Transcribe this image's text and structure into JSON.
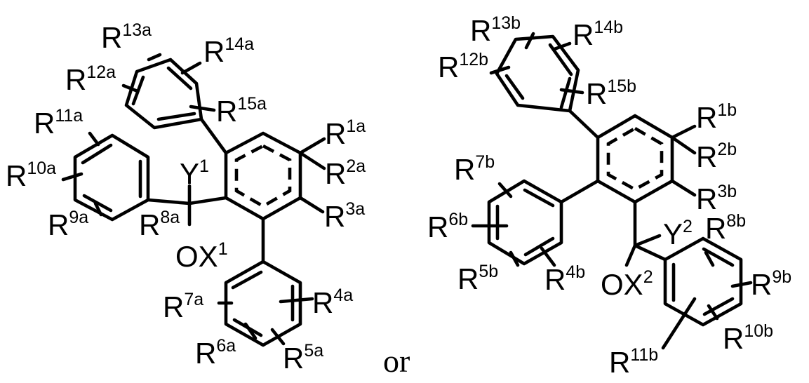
{
  "structure_1": {
    "R1": {
      "main": "R",
      "sup": "1a"
    },
    "R2": {
      "main": "R",
      "sup": "2a"
    },
    "R3": {
      "main": "R",
      "sup": "3a"
    },
    "R4": {
      "main": "R",
      "sup": "4a"
    },
    "R5": {
      "main": "R",
      "sup": "5a"
    },
    "R6": {
      "main": "R",
      "sup": "6a"
    },
    "R7": {
      "main": "R",
      "sup": "7a"
    },
    "R8": {
      "main": "R",
      "sup": "8a"
    },
    "R9": {
      "main": "R",
      "sup": "9a"
    },
    "R10": {
      "main": "R",
      "sup": "10a"
    },
    "R11": {
      "main": "R",
      "sup": "11a"
    },
    "R12": {
      "main": "R",
      "sup": "12a"
    },
    "R13": {
      "main": "R",
      "sup": "13a"
    },
    "R14": {
      "main": "R",
      "sup": "14a"
    },
    "R15": {
      "main": "R",
      "sup": "15a"
    },
    "Y": {
      "main": "Y",
      "sup": "1"
    },
    "OX": {
      "main": "OX",
      "sup": "1"
    }
  },
  "connector": "or",
  "structure_2": {
    "R1": {
      "main": "R",
      "sup": "1b"
    },
    "R2": {
      "main": "R",
      "sup": "2b"
    },
    "R3": {
      "main": "R",
      "sup": "3b"
    },
    "R4": {
      "main": "R",
      "sup": "4b"
    },
    "R5": {
      "main": "R",
      "sup": "5b"
    },
    "R6": {
      "main": "R",
      "sup": "6b"
    },
    "R7": {
      "main": "R",
      "sup": "7b"
    },
    "R8": {
      "main": "R",
      "sup": "8b"
    },
    "R9": {
      "main": "R",
      "sup": "9b"
    },
    "R10": {
      "main": "R",
      "sup": "10b"
    },
    "R11": {
      "main": "R",
      "sup": "11b"
    },
    "R12": {
      "main": "R",
      "sup": "12b"
    },
    "R13": {
      "main": "R",
      "sup": "13b"
    },
    "R14": {
      "main": "R",
      "sup": "14b"
    },
    "R15": {
      "main": "R",
      "sup": "15b"
    },
    "Y": {
      "main": "Y",
      "sup": "2"
    },
    "OX": {
      "main": "OX",
      "sup": "2"
    }
  }
}
